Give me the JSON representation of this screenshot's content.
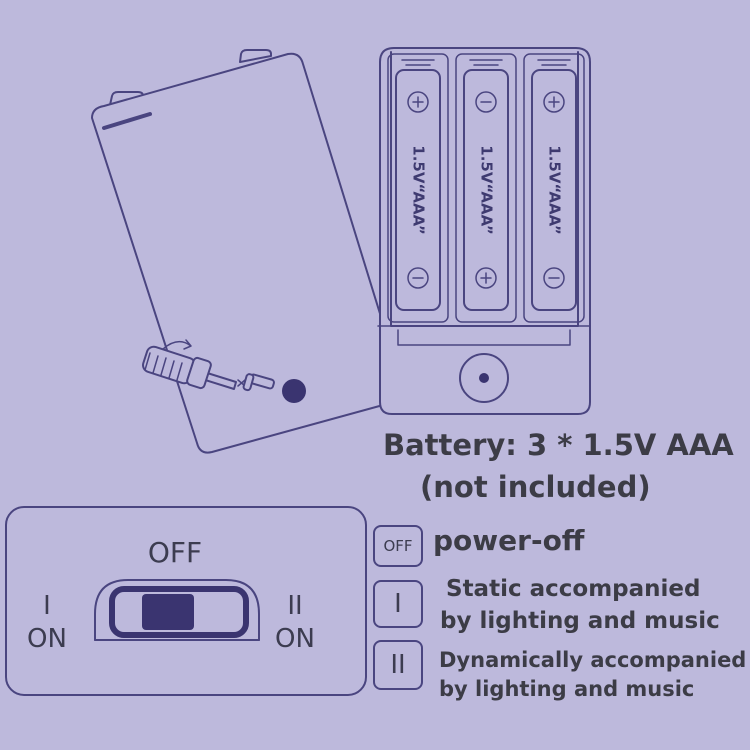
{
  "battery_caption": {
    "line1": "Battery: 3 * 1.5V AAA",
    "line2": "(not included)"
  },
  "battery_cells": [
    {
      "label": "1.5V“AAA”",
      "top_terminal": "+",
      "bottom_terminal": "−"
    },
    {
      "label": "1.5V“AAA”",
      "top_terminal": "−",
      "bottom_terminal": "+"
    },
    {
      "label": "1.5V“AAA”",
      "top_terminal": "+",
      "bottom_terminal": "−"
    }
  ],
  "switch": {
    "off_label": "OFF",
    "left_mode": "I",
    "left_on": "ON",
    "right_mode": "II",
    "right_on": "ON"
  },
  "legend": [
    {
      "icon": "OFF",
      "line1": "power-off",
      "line2": ""
    },
    {
      "icon": "I",
      "line1": "Static accompanied",
      "line2": "by lighting and music"
    },
    {
      "icon": "II",
      "line1": "Dynamically accompanied",
      "line2": "by lighting and music"
    }
  ],
  "colors": {
    "background": "#bdb9dc",
    "line": "#4a4580",
    "dark_fill": "#3a3470",
    "text": "#3c3c46"
  }
}
